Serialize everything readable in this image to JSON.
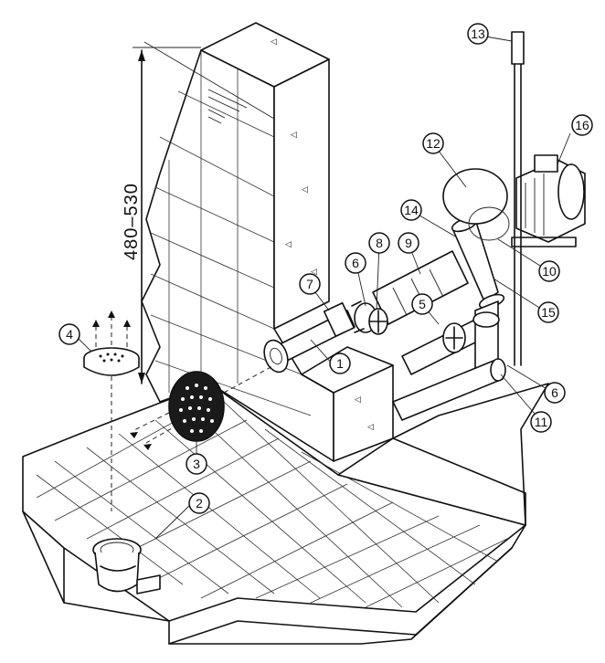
{
  "dimension": {
    "label": "480–530"
  },
  "callouts": [
    {
      "id": "1",
      "label": "1"
    },
    {
      "id": "2",
      "label": "2"
    },
    {
      "id": "3",
      "label": "3"
    },
    {
      "id": "4",
      "label": "4"
    },
    {
      "id": "5",
      "label": "5"
    },
    {
      "id": "6a",
      "label": "6"
    },
    {
      "id": "6b",
      "label": "6"
    },
    {
      "id": "7",
      "label": "7"
    },
    {
      "id": "8",
      "label": "8"
    },
    {
      "id": "9",
      "label": "9"
    },
    {
      "id": "10",
      "label": "10"
    },
    {
      "id": "11",
      "label": "11"
    },
    {
      "id": "12",
      "label": "12"
    },
    {
      "id": "13",
      "label": "13"
    },
    {
      "id": "14",
      "label": "14"
    },
    {
      "id": "15",
      "label": "15"
    },
    {
      "id": "16",
      "label": "16"
    }
  ]
}
